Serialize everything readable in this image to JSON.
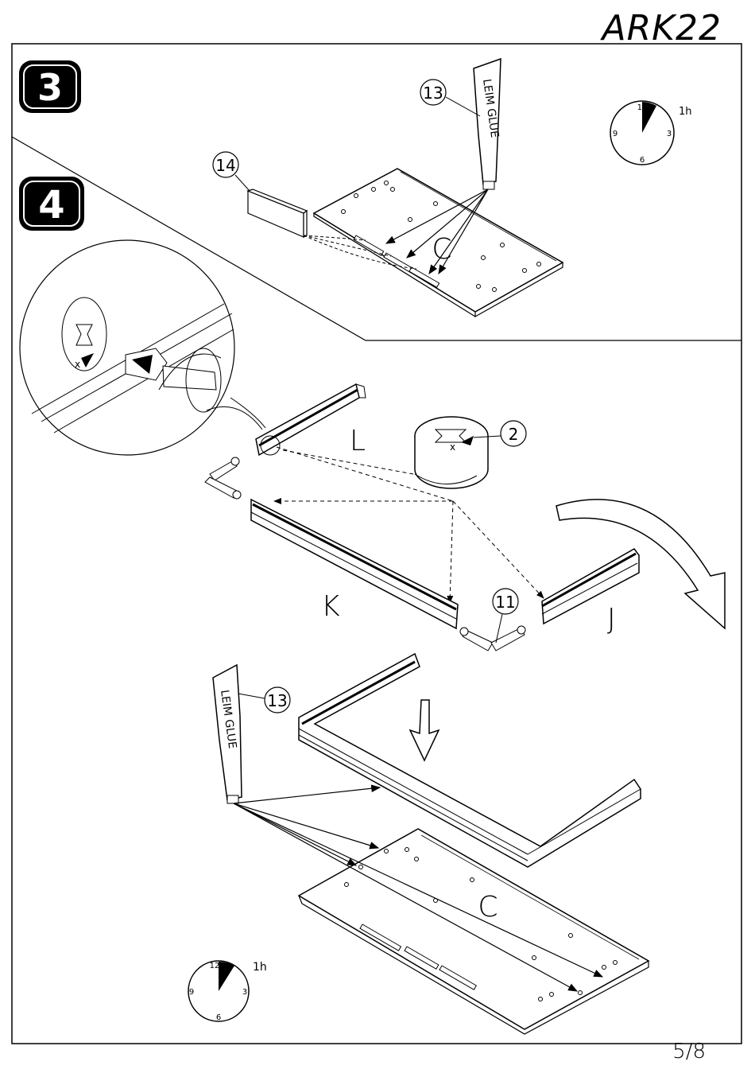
{
  "document": {
    "model": "ARK22",
    "page": "5/8"
  },
  "steps": [
    {
      "number": "3",
      "duration": "1h",
      "part_callouts": [
        "13",
        "14"
      ],
      "panel_letter": "C",
      "glue_text": "LEIM GLUE"
    },
    {
      "number": "4",
      "duration": "1h",
      "part_callouts": [
        "2",
        "11",
        "13"
      ],
      "rail_letters": [
        "L",
        "K",
        "J"
      ],
      "panel_letter": "C",
      "glue_text": "LEIM GLUE"
    }
  ],
  "clock": {
    "n12": "12",
    "n3": "3",
    "n6": "6",
    "n9": "9"
  }
}
